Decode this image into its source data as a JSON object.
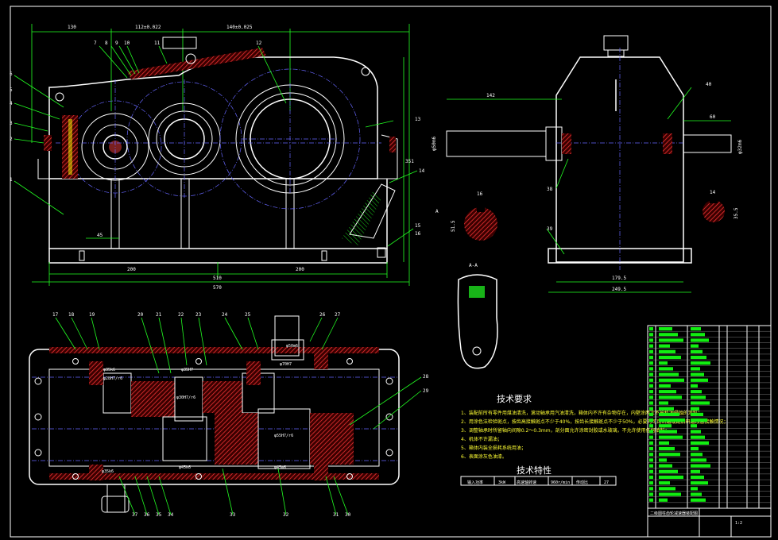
{
  "drawing": {
    "front_view_dims": {
      "d_top_left": "130",
      "d_center1": "112±0.022",
      "d_center2": "140±0.025",
      "d_base1": "200",
      "d_base2": "200",
      "d_total1": "510",
      "d_total2": "570",
      "d_height": "351",
      "d_foot": "45"
    },
    "side_view_dims": {
      "d_shaft_len": "142",
      "d_shaft_dia": "φ50m6",
      "d_out_len": "60",
      "d_out_dia": "φ32m6",
      "d_base1": "179.5",
      "d_base2": "249.5",
      "d_key1": "16",
      "d_key1_depth": "51.5",
      "d_key2": "14",
      "d_key2_depth": "35.5"
    },
    "section_label": "A-A",
    "arrow_label": "A",
    "plan_dims": {
      "d1": "φ35k6",
      "d2": "φ28H7/r6",
      "d3": "φ35H7",
      "d4": "φ30H7/r6",
      "d5": "φ70H7",
      "d6": "φ45k6",
      "d7": "φ55H7/r6",
      "d8": "φ35k6",
      "d9": "φ45m6",
      "d10": "φ50m6"
    },
    "part_numbers_front": [
      "7",
      "8",
      "9",
      "10",
      "11",
      "12",
      "13",
      "14",
      "15",
      "16",
      "1",
      "2",
      "3",
      "4",
      "5",
      "6"
    ],
    "part_numbers_side": [
      "40",
      "38",
      "39"
    ],
    "part_numbers_plan_top": [
      "17",
      "18",
      "19",
      "20",
      "21",
      "22",
      "23",
      "24",
      "25",
      "26",
      "27"
    ],
    "part_numbers_plan_right": [
      "28",
      "29"
    ],
    "part_numbers_plan_bottom": [
      "37",
      "36",
      "35",
      "34",
      "33",
      "32",
      "31",
      "30"
    ]
  },
  "tech_requirements": {
    "title": "技术要求",
    "items": [
      "1、装配前所有零件用煤油清洗，滚动轴承用汽油清洗，箱体内不许有杂物存在，内壁涂两次不被机油侵蚀的涂料；",
      "2、用涂色法检验斑点，按齿高接触斑点不少于40%，按齿长接触斑点不少于50%，必要时可用研磨或刮后研磨改善接触情况；",
      "3、调整轴承时所留轴向间隙0.2～0.3mm，剖分面允许涂密封胶或水玻璃，不允许使用任何填料；",
      "4、机体不许漏油；",
      "5、箱体内装全损耗系统用油；",
      "6、表面涂灰色油漆。"
    ]
  },
  "tech_spec": {
    "title": "技术特性",
    "headers": [
      "输入功率",
      "3kW",
      "高速轴转速",
      "960r/min",
      "传动比",
      "27"
    ]
  },
  "title_block": {
    "caption": "二级圆柱齿轮减速器装配图",
    "scale": "1:2"
  }
}
